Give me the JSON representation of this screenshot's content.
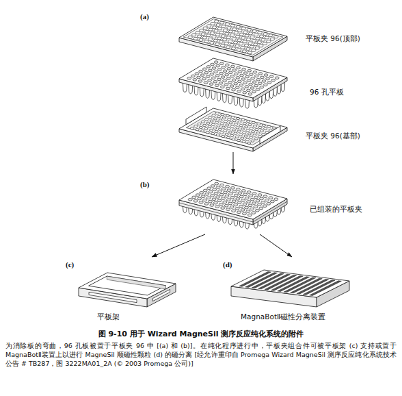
{
  "diagram": {
    "title": "图 9-10 用于 Wizard MagneSil 测序反应纯化系统的附件",
    "caption": "为消除板的弯曲，96 孔板被置于平板夹 96 中 [(a) 和 (b)]。在纯化程序进行中，平板夹组合件可被平板架 (c) 支持或置于 MagnaBotⅡ装置上以进行 MagneSil 顺磁性颗粒 (d) 的磁分离 [经允许重印自 Promega Wizard MagneSil 测序反应纯化系统技术公告 # TB287，图 3222MA01_2A (© 2003 Promega 公司)]",
    "nodes": [
      {
        "text": [
          "(a)",
          "平板夹 96(顶部)"
        ]
      },
      {
        "text": [
          "96 孔平板"
        ]
      },
      {
        "text": [
          "平板夹 96(基部)"
        ]
      },
      {
        "text": [
          "(b)",
          "已组装的平板夹"
        ]
      },
      {
        "text": [
          "(c)",
          "平板架"
        ]
      },
      {
        "text": [
          "(d)",
          "MagnaBotⅡ磁性分离装置"
        ]
      }
    ],
    "edges": [
      {
        "from": 2,
        "to": 3,
        "arrow": "to"
      },
      {
        "from": 3,
        "to": 4,
        "arrow": "to"
      },
      {
        "from": 3,
        "to": 5,
        "arrow": "to"
      }
    ]
  }
}
